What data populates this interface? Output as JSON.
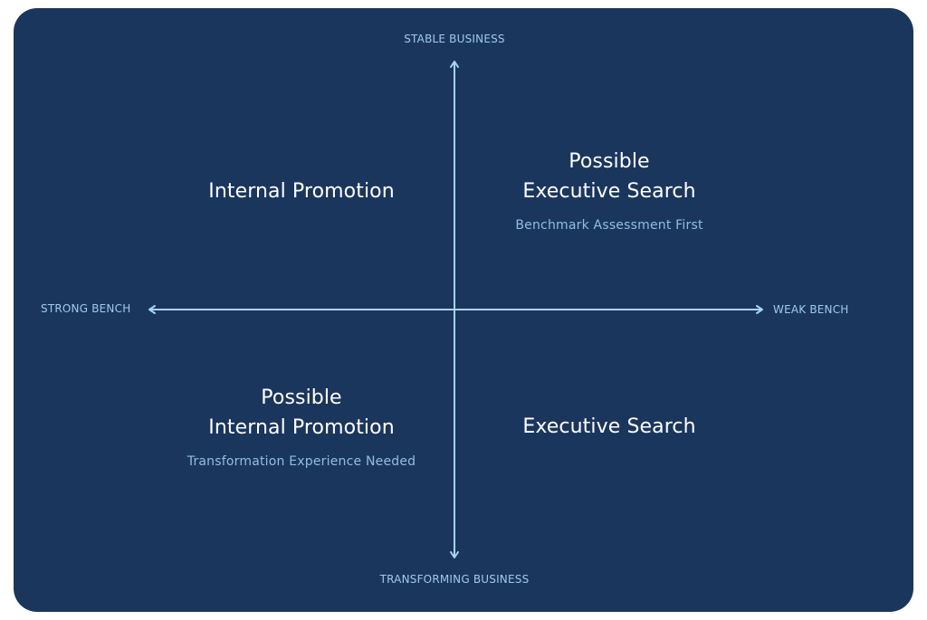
{
  "diagram": {
    "type": "quadrant-matrix",
    "colors": {
      "background": "#1b365d",
      "axis_line": "#a8d4f0",
      "axis_label": "#9ecbe8",
      "title_text": "#ffffff",
      "subtitle_text": "#8fbfe0"
    },
    "axes": {
      "vertical": {
        "top_label": "STABLE BUSINESS",
        "bottom_label": "TRANSFORMING BUSINESS"
      },
      "horizontal": {
        "left_label": "STRONG BENCH",
        "right_label": "WEAK BENCH"
      }
    },
    "quadrants": {
      "top_left": {
        "title_line1": "Internal Promotion",
        "title_line2": "",
        "subtitle": ""
      },
      "top_right": {
        "title_line1": "Possible",
        "title_line2": "Executive Search",
        "subtitle": "Benchmark Assessment First"
      },
      "bottom_left": {
        "title_line1": "Possible",
        "title_line2": "Internal Promotion",
        "subtitle": "Transformation Experience Needed"
      },
      "bottom_right": {
        "title_line1": "Executive Search",
        "title_line2": "",
        "subtitle": ""
      }
    }
  }
}
